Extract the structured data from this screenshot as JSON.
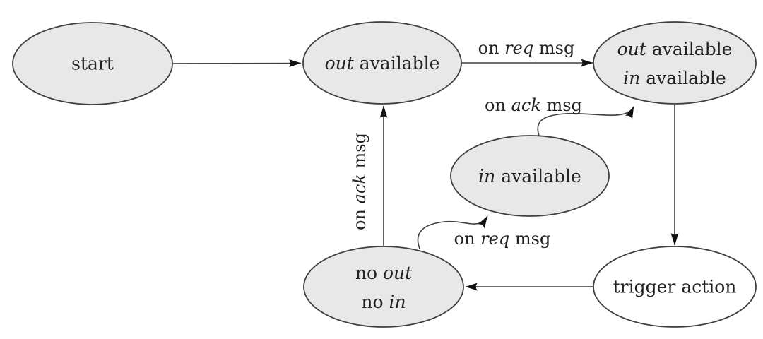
{
  "theme": {
    "background": "#ffffff",
    "node_fill": "#e8e8e8",
    "node_fill_plain": "#ffffff",
    "node_stroke": "#3f3f3f",
    "edge_color": "#3f3f3f",
    "arrow_color": "#111111",
    "text_color": "#222222"
  },
  "states": {
    "start": {
      "label": "start"
    },
    "out_available": {
      "word_italic": "out",
      "word_rest": " available"
    },
    "out_in_available": {
      "line1_italic": "out",
      "line1_rest": " available",
      "line2_italic": "in",
      "line2_rest": " available"
    },
    "in_available": {
      "word_italic": "in",
      "word_rest": " available"
    },
    "no_out_no_in": {
      "line1_prefix": "no ",
      "line1_italic": "out",
      "line2_prefix": "no ",
      "line2_italic": "in"
    },
    "trigger_action": {
      "label": "trigger action"
    }
  },
  "edge_labels": {
    "on_req_top": {
      "prefix": "on ",
      "italic": "req",
      "suffix": " msg"
    },
    "on_ack_curve": {
      "prefix": "on ",
      "italic": "ack",
      "suffix": " msg"
    },
    "on_req_curve": {
      "prefix": "on ",
      "italic": "req",
      "suffix": " msg"
    },
    "on_ack_vertical": {
      "prefix": "on ",
      "italic": "ack",
      "suffix": " msg"
    }
  }
}
